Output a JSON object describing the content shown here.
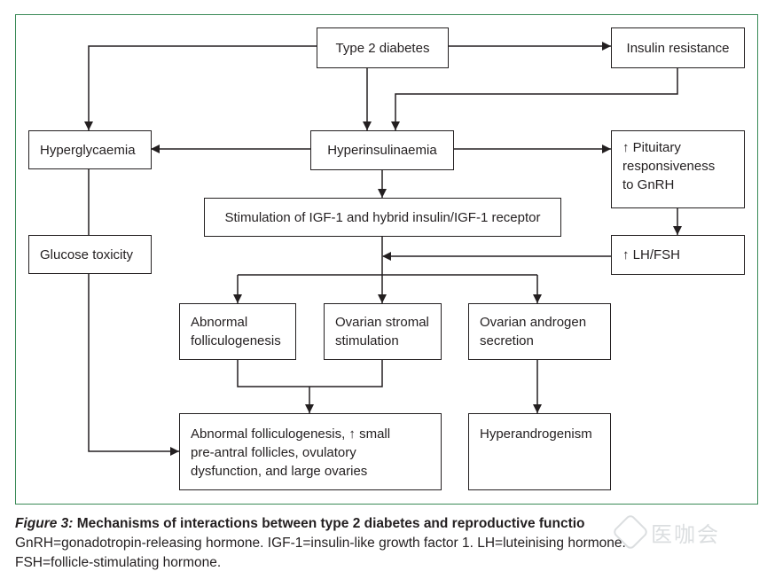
{
  "diagram": {
    "nodes": {
      "type2_diabetes": "Type 2 diabetes",
      "insulin_resistance": "Insulin resistance",
      "hyperglycaemia": "Hyperglycaemia",
      "hyperinsulinaemia": "Hyperinsulinaemia",
      "pituitary": "↑ Pituitary\nresponsiveness\nto GnRH",
      "igf1_stimulation": "Stimulation of IGF-1 and hybrid insulin/IGF-1 receptor",
      "glucose_toxicity": "Glucose toxicity",
      "lh_fsh": "↑ LH/FSH",
      "abnormal_folliculogenesis": "Abnormal\nfolliculogenesis",
      "ovarian_stromal": "Ovarian stromal\nstimulation",
      "ovarian_androgen": "Ovarian androgen\nsecretion",
      "outcome_follicles": "Abnormal folliculogenesis, ↑ small\npre-antral follicles, ovulatory\ndysfunction, and large ovaries",
      "hyperandrogenism": "Hyperandrogenism"
    },
    "edges": [
      {
        "from": "type2_diabetes",
        "to": "insulin_resistance"
      },
      {
        "from": "type2_diabetes",
        "to": "hyperglycaemia"
      },
      {
        "from": "type2_diabetes",
        "to": "hyperinsulinaemia"
      },
      {
        "from": "insulin_resistance",
        "to": "hyperinsulinaemia"
      },
      {
        "from": "hyperinsulinaemia",
        "to": "hyperglycaemia"
      },
      {
        "from": "hyperinsulinaemia",
        "to": "pituitary"
      },
      {
        "from": "hyperinsulinaemia",
        "to": "igf1_stimulation"
      },
      {
        "from": "pituitary",
        "to": "lh_fsh"
      },
      {
        "from": "hyperglycaemia",
        "to": "glucose_toxicity"
      },
      {
        "from": "glucose_toxicity",
        "to": "outcome_follicles"
      },
      {
        "from": "lh_fsh",
        "to": "igf1_stimulation"
      },
      {
        "from": "igf1_stimulation",
        "to": "abnormal_folliculogenesis"
      },
      {
        "from": "igf1_stimulation",
        "to": "ovarian_stromal"
      },
      {
        "from": "igf1_stimulation",
        "to": "ovarian_androgen"
      },
      {
        "from": "abnormal_folliculogenesis",
        "to": "outcome_follicles"
      },
      {
        "from": "ovarian_stromal",
        "to": "outcome_follicles"
      },
      {
        "from": "ovarian_androgen",
        "to": "hyperandrogenism"
      }
    ],
    "line_color": "#231f20",
    "frame_color": "#3a8a57"
  },
  "caption": {
    "label": "Figure 3:",
    "title": " Mechanisms of interactions between type 2 diabetes and reproductive functio",
    "body": "GnRH=gonadotropin-releasing hormone. IGF-1=insulin-like growth factor 1. LH=luteinising hormone.\nFSH=follicle-stimulating hormone."
  },
  "watermark": {
    "icon": "watermark-logo-icon",
    "text": "医咖会"
  }
}
